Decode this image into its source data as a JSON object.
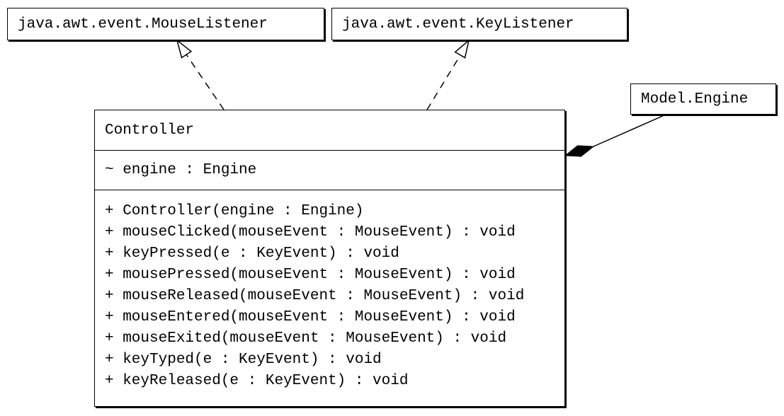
{
  "diagram": {
    "kind": "uml-class-diagram",
    "colors": {
      "background": "#ffffff",
      "line": "#000000",
      "node_fill": "#ffffff",
      "text": "#000000"
    },
    "interfaces": [
      {
        "name": "java.awt.event.MouseListener"
      },
      {
        "name": "java.awt.event.KeyListener"
      }
    ],
    "external_class": {
      "name": "Model.Engine"
    },
    "controller": {
      "name": "Controller",
      "attributes": [
        "~ engine : Engine"
      ],
      "methods": [
        "+ Controller(engine : Engine)",
        "+ mouseClicked(mouseEvent : MouseEvent) : void",
        "+ keyPressed(e : KeyEvent) : void",
        "+ mousePressed(mouseEvent : MouseEvent) : void",
        "+ mouseReleased(mouseEvent : MouseEvent) : void",
        "+ mouseEntered(mouseEvent : MouseEvent) : void",
        "+ mouseExited(mouseEvent : MouseEvent) : void",
        "+ keyTyped(e : KeyEvent) : void",
        "+ keyReleased(e : KeyEvent) : void"
      ]
    },
    "relationships": [
      {
        "type": "realization",
        "from": "Controller",
        "to": "java.awt.event.MouseListener",
        "line": "dashed",
        "arrowhead": "hollow-triangle"
      },
      {
        "type": "realization",
        "from": "Controller",
        "to": "java.awt.event.KeyListener",
        "line": "dashed",
        "arrowhead": "hollow-triangle"
      },
      {
        "type": "composition",
        "owner": "Controller",
        "part": "Model.Engine",
        "line": "solid",
        "marker": "filled-diamond"
      }
    ]
  }
}
